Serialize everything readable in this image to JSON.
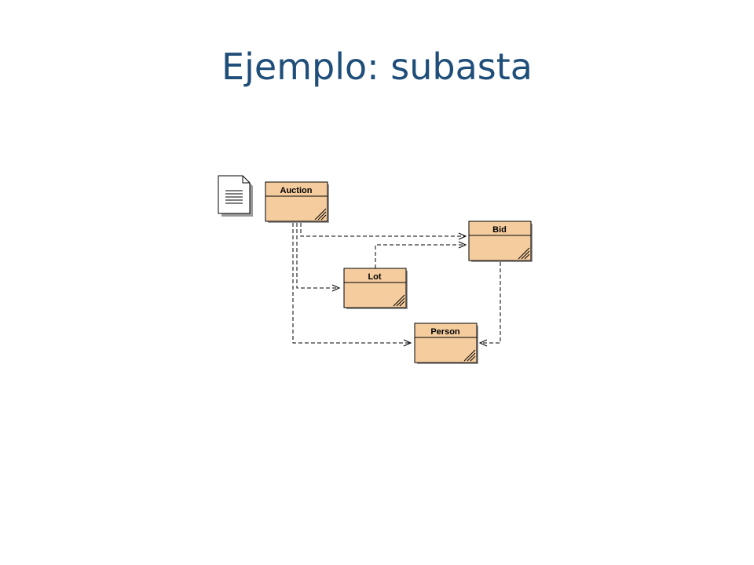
{
  "slide": {
    "title": "Ejemplo: subasta"
  },
  "diagram": {
    "type": "uml-class-dependencies",
    "classes": [
      {
        "id": "auction",
        "name": "Auction"
      },
      {
        "id": "bid",
        "name": "Bid"
      },
      {
        "id": "lot",
        "name": "Lot"
      },
      {
        "id": "person",
        "name": "Person"
      }
    ],
    "dependencies": [
      {
        "from": "Auction",
        "to": "Bid"
      },
      {
        "from": "Auction",
        "to": "Lot"
      },
      {
        "from": "Auction",
        "to": "Person"
      },
      {
        "from": "Lot",
        "to": "Bid"
      },
      {
        "from": "Bid",
        "to": "Person"
      }
    ],
    "colors": {
      "class_fill": "#f5cc9e",
      "class_border": "#000000",
      "shadow": "#9a9a9a",
      "title": "#1f4e79"
    }
  }
}
